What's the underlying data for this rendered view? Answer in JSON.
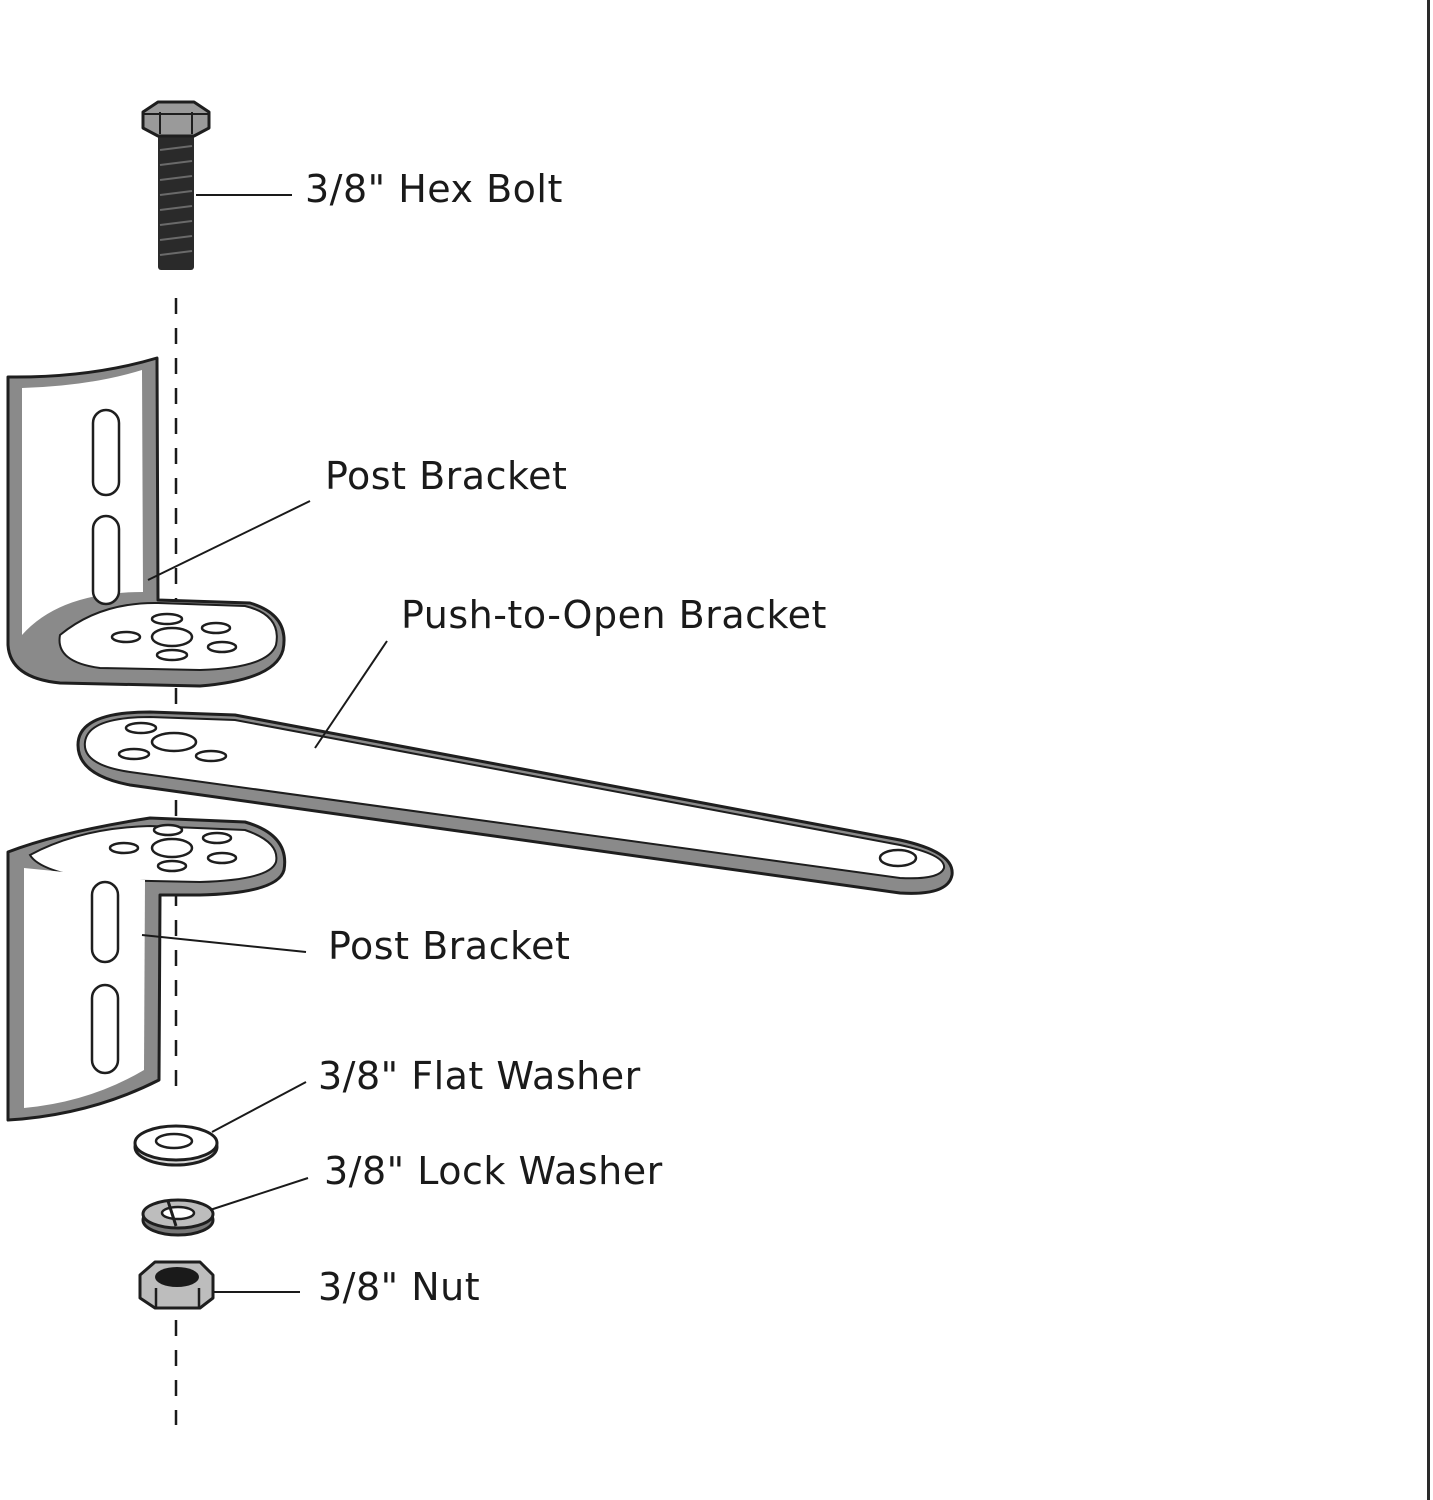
{
  "parts": {
    "hex_bolt": "3/8\" Hex Bolt",
    "post_bracket_top": "Post Bracket",
    "push_to_open_bracket": "Push-to-Open Bracket",
    "post_bracket_bottom": "Post Bracket",
    "flat_washer": "3/8\" Flat Washer",
    "lock_washer": "3/8\" Lock Washer",
    "nut": "3/8\" Nut"
  }
}
